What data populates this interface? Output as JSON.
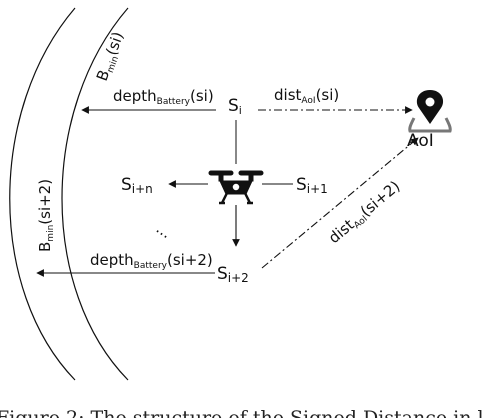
{
  "diagram": {
    "arcs": {
      "inner_label": {
        "base": "B",
        "sub": "min",
        "arg": "(si)"
      },
      "outer_label": {
        "base": "B",
        "sub": "min",
        "arg": "(si+2)"
      }
    },
    "nodes": {
      "si": {
        "base": "S",
        "sub": "i"
      },
      "si1": {
        "base": "S",
        "sub": "i+1"
      },
      "sin": {
        "base": "S",
        "sub": "i+n"
      },
      "si2": {
        "base": "S",
        "sub": "i+2"
      },
      "aoi": {
        "label": "AoI",
        "icon": "location-pin-icon"
      }
    },
    "edges": {
      "depth_top": {
        "base": "depth",
        "sub": "Battery",
        "arg": "(si)"
      },
      "dist_top": {
        "base": "dist",
        "sub": "AoI",
        "arg": "(si)"
      },
      "depth_bottom": {
        "base": "depth",
        "sub": "Battery",
        "arg": "(si+2)"
      },
      "dist_diag": {
        "base": "dist",
        "sub": "AoI",
        "arg": "(si+2)"
      }
    },
    "ellipsis": "...",
    "drone_icon": "quadcopter-drone-icon"
  },
  "caption": "Figure 2: The structure of the Signed Distance in l"
}
